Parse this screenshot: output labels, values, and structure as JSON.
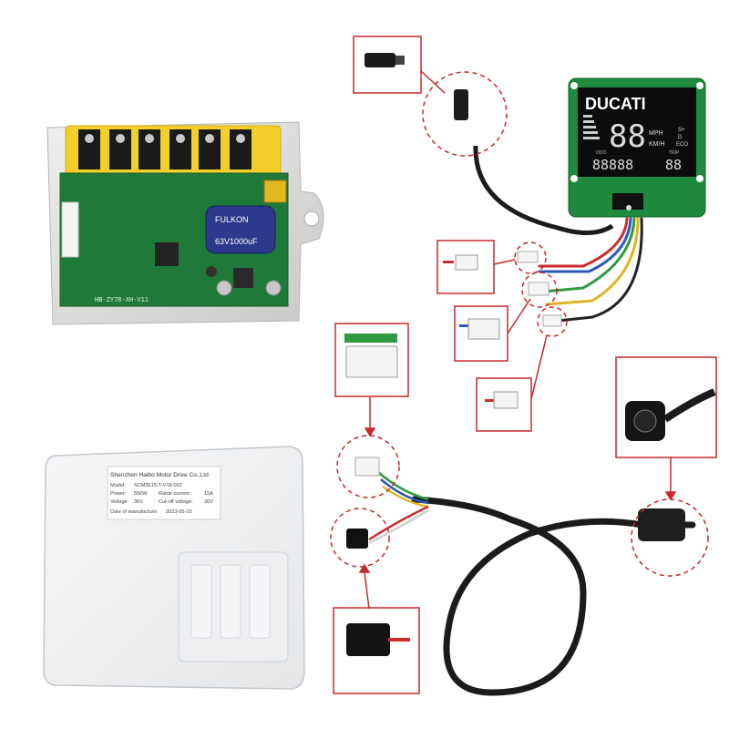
{
  "controller_board": {
    "brand_on_capacitor": "FULKON",
    "capacitor_rating": "63V1000uF",
    "board_code": "HB-ZY78-XH-V11"
  },
  "display": {
    "brand": "DUCATI",
    "speed_digits": "88",
    "unit_mph": "MPH",
    "unit_kmh": "KM/H",
    "odo_label": "ODO",
    "trip_label": "TRIP",
    "odo_digits": "88888",
    "trip_digits": "88",
    "mode_s_plus": "S+",
    "mode_d": "D",
    "mode_eco": "ECO"
  },
  "cover_label": {
    "company": "Shenzhen Haibo Motor Drive Co.,Ltd",
    "model_label": "Model:",
    "model_value": "SCM3615-T-V18-002",
    "power_label": "Power:",
    "power_value": "550W",
    "rated_current_label": "Ratde current :",
    "rated_current_value": "15A",
    "voltage_label": "Voltage:",
    "voltage_value": "36V",
    "cutoff_label": "Cut-off voltage:",
    "cutoff_value": "30V",
    "date_label": "Date of manufacture:",
    "date_value": "2023-05-10"
  },
  "colors": {
    "pcb_green": "#1f7a3a",
    "heatsink_yellow": "#f2cf2a",
    "callout_red": "#c8282a",
    "cable_black": "#1b1b1b",
    "connector_white": "#f4f4f2",
    "aluminum": "#d8d8d6"
  }
}
